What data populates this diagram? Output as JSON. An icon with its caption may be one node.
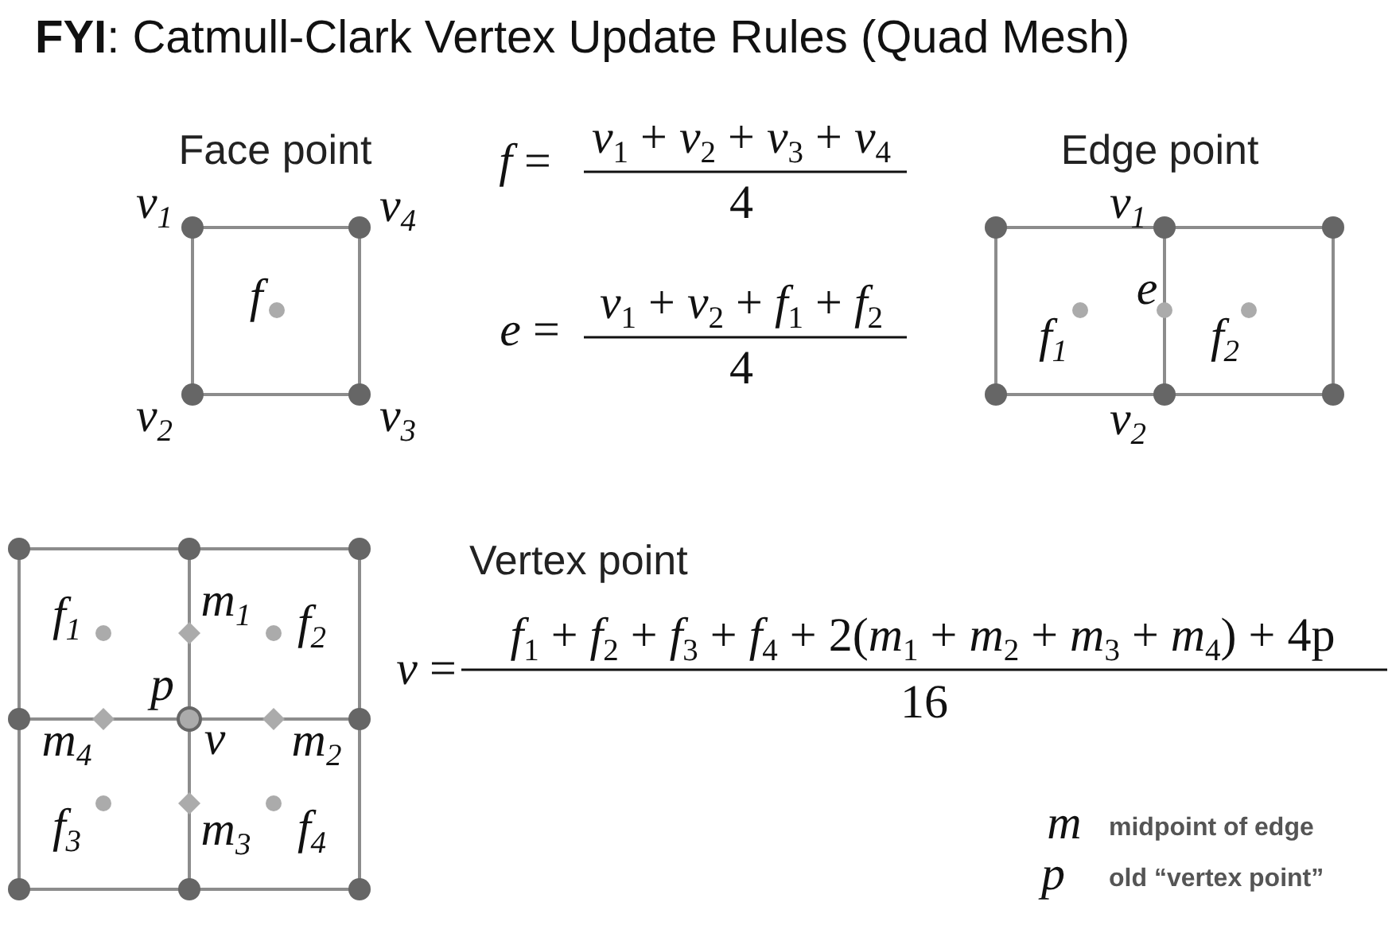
{
  "diagram": {
    "title": "**FYI**: Catmull-Clark Vertex Update Rules (Quad Mesh)",
    "labels": [
      "Face point",
      "*f* =",
      "*v*$_{1}$ + *v*$_{2}$ + *v*$_{3}$ + *v*$_{4}$",
      "4",
      "Edge point",
      "v$_{1}$",
      "v$_{4}$",
      "f",
      "v$_{2}$",
      "v$_{3}$",
      "v$_{1}$",
      "e",
      "f$_{1}$",
      "f$_{2}$",
      "v$_{2}$",
      "*e* =",
      "*v*$_{1}$ + *v*$_{2}$ + *f*$_{1}$ + *f*$_{2}$",
      "4",
      "Vertex point",
      "*v* =",
      "*f*$_{1}$ + *f*$_{2}$ + *f*$_{3}$ + *f*$_{4}$ + 2(*m*$_{1}$ + *m*$_{2}$ + *m*$_{3}$ + *m*$_{4}$) + 4p",
      "16",
      "f$_{1}$",
      "m$_{1}$",
      "f$_{2}$",
      "p",
      "m$_{4}$",
      "v",
      "m$_{2}$",
      "f$_{3}$",
      "m$_{3}$",
      "f$_{4}$",
      "m",
      "midpoint of edge",
      "p",
      "old “vertex point”"
    ]
  }
}
